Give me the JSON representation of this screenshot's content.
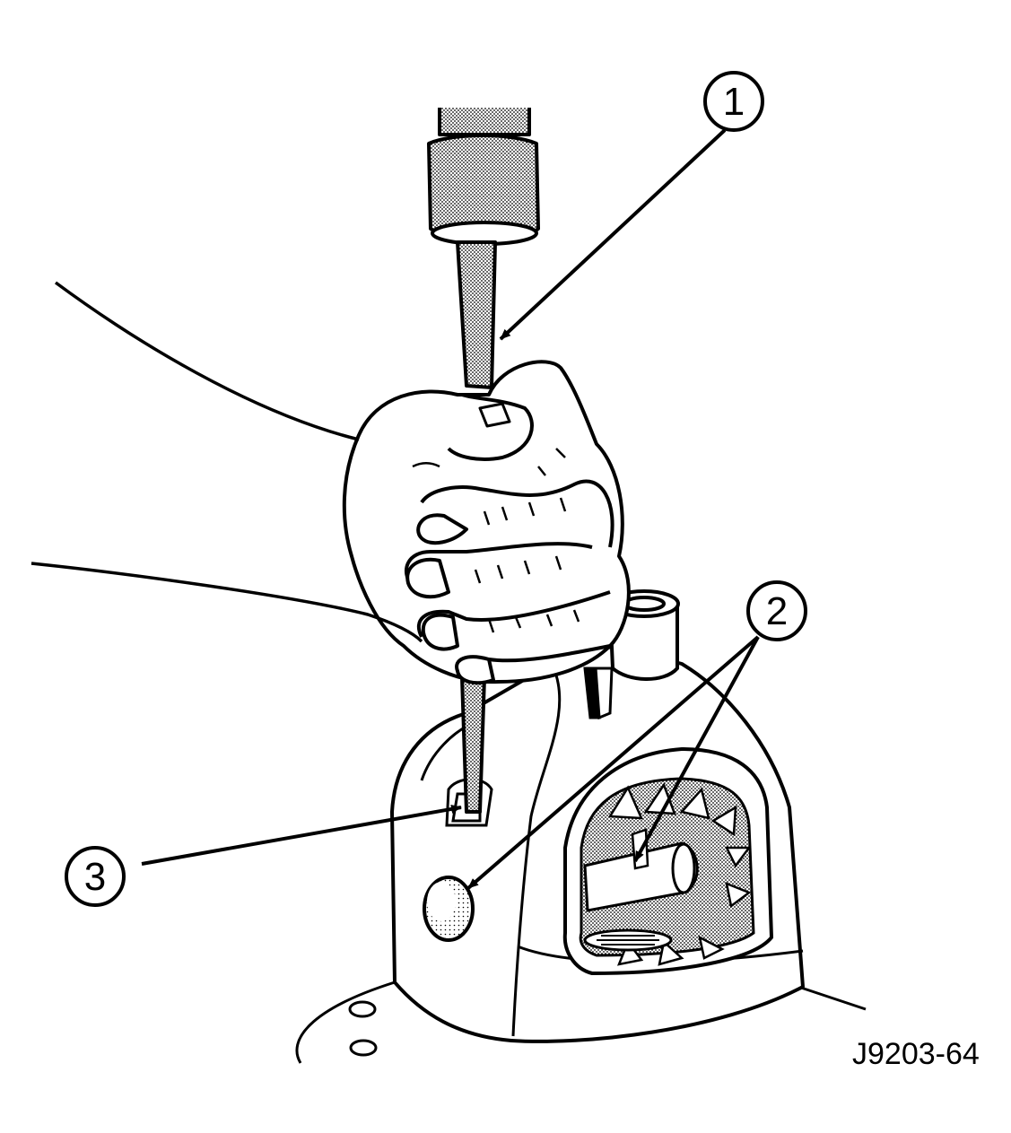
{
  "figure": {
    "id": "J9203-64",
    "colors": {
      "ink": "#000000",
      "paper": "#ffffff",
      "shade": "#bdbdbd"
    }
  },
  "callouts": [
    {
      "number": "1"
    },
    {
      "number": "2"
    },
    {
      "number": "3"
    }
  ]
}
